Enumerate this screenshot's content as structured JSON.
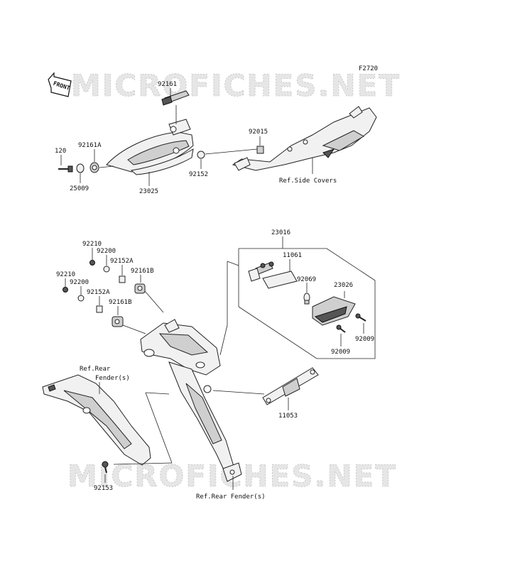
{
  "watermark": "MICROFICHES.NET",
  "figure_code": "F2720",
  "front_label": "FRONT",
  "parts": {
    "p92161_top": "92161",
    "p92015": "92015",
    "p120": "120",
    "p92161A": "92161A",
    "p25009": "25009",
    "p23025": "23025",
    "p92152_top": "92152",
    "ref_side_covers": "Ref.Side Covers",
    "p23016": "23016",
    "p11061": "11061",
    "p92210_a": "92210",
    "p92200_a": "92200",
    "p92152A_a": "92152A",
    "p92161B_a": "92161B",
    "p92210_b": "92210",
    "p92200_b": "92200",
    "p92152A_b": "92152A",
    "p92161B_b": "92161B",
    "p92069": "92069",
    "p23026": "23026",
    "p92009_a": "92009",
    "p92009_b": "92009",
    "ref_rear_fender_1a": "Ref.Rear",
    "ref_rear_fender_1b": "Fender(s)",
    "p11053": "11053",
    "p92153": "92153",
    "ref_rear_fender_2": "Ref.Rear Fender(s)"
  }
}
